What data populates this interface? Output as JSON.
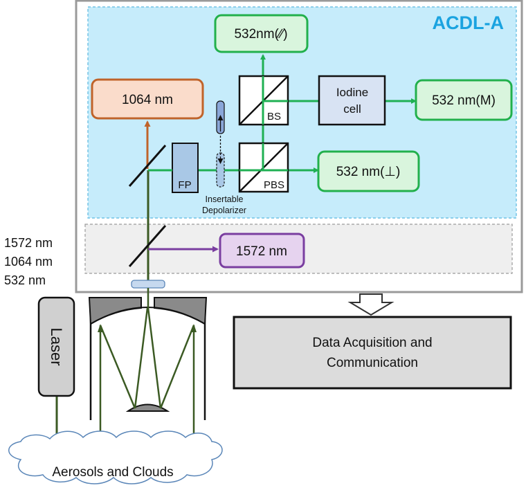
{
  "module_title": "ACDL-A",
  "wavelength_list": [
    "1572 nm",
    "1064 nm",
    "532 nm"
  ],
  "laser_label": "Laser",
  "outputs": {
    "out_1064": "1064 nm",
    "out_532_parallel": "532nm(∕∕)",
    "out_532_m": "532 nm(M)",
    "out_532_perp": "532 nm(⊥)",
    "out_1572": "1572 nm"
  },
  "components": {
    "bs": "BS",
    "pbs": "PBS",
    "fp": "FP",
    "iodine_line1": "Iodine",
    "iodine_line2": "cell",
    "depolarizer_line1": "Insertable",
    "depolarizer_line2": "Depolarizer"
  },
  "data_box": {
    "line1": "Data Acquisition and",
    "line2": "Communication"
  },
  "target_label": "Aerosols and Clouds",
  "colors": {
    "beam_green": "#1fb053",
    "beam_dark": "#3b5a23",
    "beam_orange": "#c0632a",
    "beam_purple": "#7a3ea0",
    "panel_blue": "#c6ecfb",
    "box_green_fill": "#d9f5dd",
    "box_green_stroke": "#22b04c",
    "box_orange_fill": "#fadccb",
    "box_orange_stroke": "#c0632a",
    "box_purple_fill": "#e6d3ef",
    "box_purple_stroke": "#7a3ea0",
    "title_blue": "#1aa3e0"
  }
}
